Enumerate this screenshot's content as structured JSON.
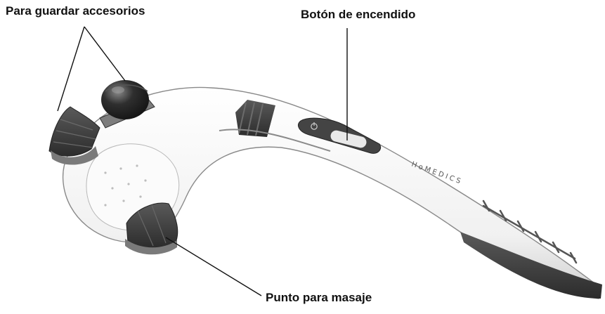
{
  "labels": {
    "accessories": "Para guardar accesorios",
    "power_button": "Botón de encendido",
    "massage_point": "Punto para masaje"
  },
  "brand": "HoMEDICS",
  "colors": {
    "body_white": "#f7f7f7",
    "accent_dark": "#3f3f3f",
    "outline": "#8a8a8a",
    "label_text": "#111111"
  },
  "icons": {
    "power": "power-icon"
  }
}
